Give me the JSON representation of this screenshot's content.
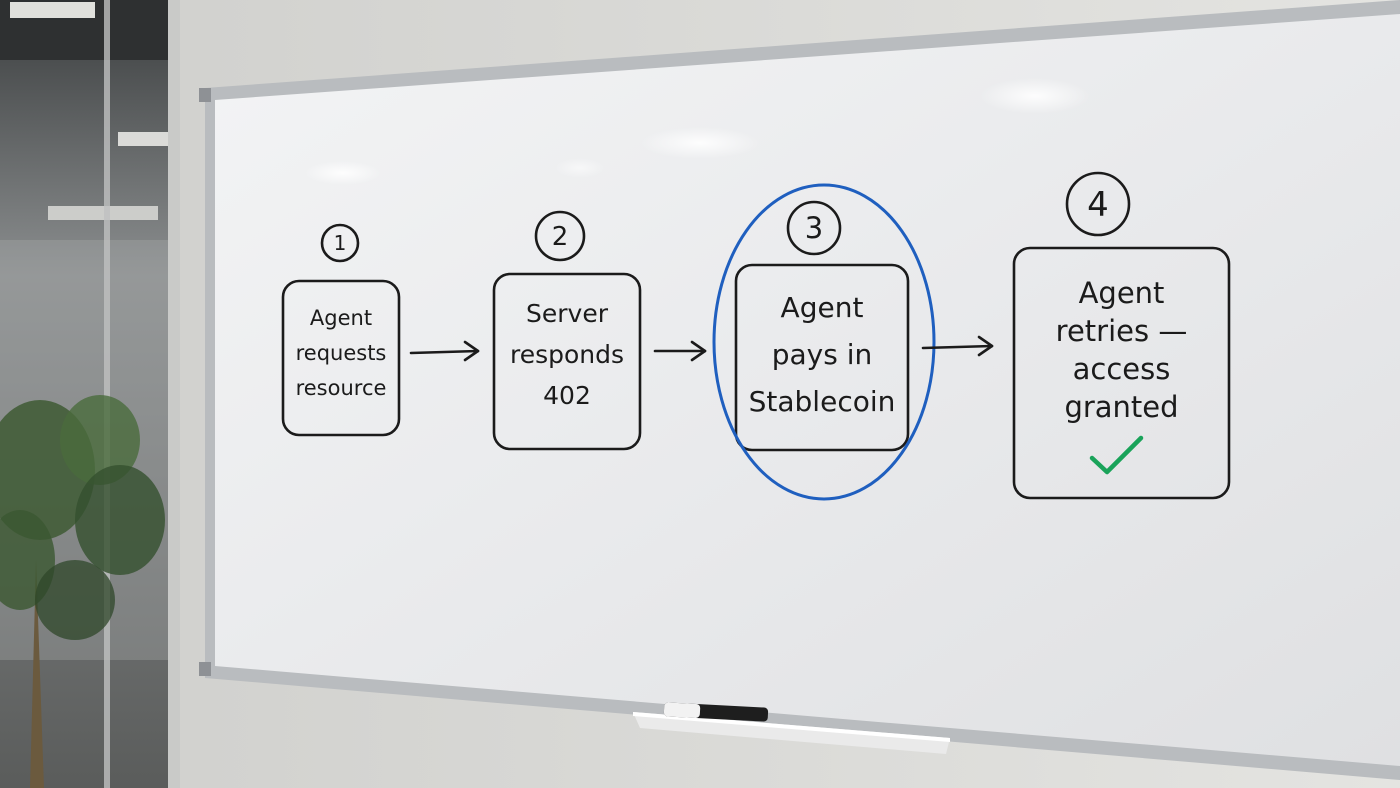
{
  "steps": [
    {
      "number": "1",
      "lines": [
        "Agent",
        "requests",
        "resource"
      ]
    },
    {
      "number": "2",
      "lines": [
        "Server",
        "responds",
        "402"
      ]
    },
    {
      "number": "3",
      "lines": [
        "Agent",
        "pays in",
        "Stablecoin"
      ]
    },
    {
      "number": "4",
      "lines": [
        "Agent",
        "retries —",
        "access",
        "granted"
      ]
    }
  ],
  "highlighted_step": "3",
  "colors": {
    "marker_ink": "#1b1b1b",
    "highlight_ellipse": "#1f5fbf",
    "checkmark": "#1aa35a"
  },
  "icons": {
    "checkmark": "checkmark-icon",
    "marker": "marker-icon"
  }
}
